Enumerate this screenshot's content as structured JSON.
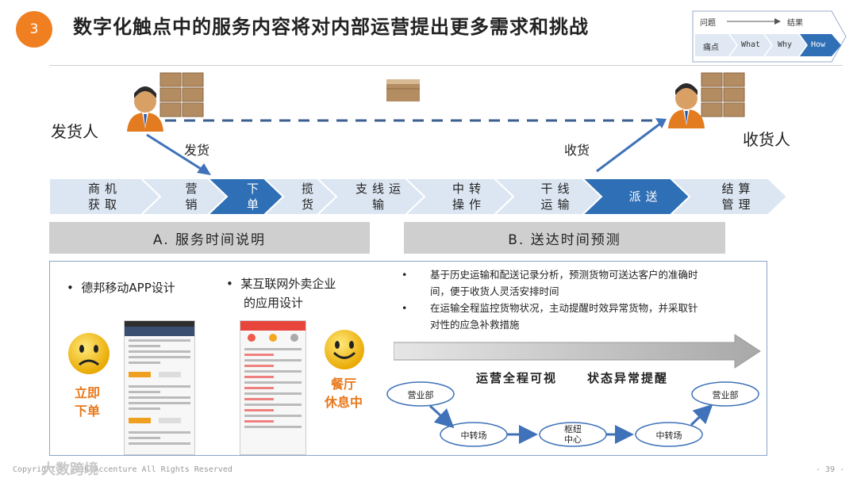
{
  "slide": {
    "number": "3",
    "title": "数字化触点中的服务内容将对内部运营提出更多需求和挑战"
  },
  "legend": {
    "problem_label": "问题",
    "result_label": "结果",
    "segments": [
      "痛点",
      "What",
      "Why",
      "How"
    ],
    "active_segment": "How",
    "active_color": "#2f6fb5",
    "inactive_color": "#dfe8f3"
  },
  "people": {
    "sender": "发货人",
    "receiver": "收货人",
    "ship_label": "发货",
    "receive_label": "收货"
  },
  "process": {
    "steps": [
      {
        "label": "商机\n获取",
        "active": false
      },
      {
        "label": "营\n销",
        "active": false
      },
      {
        "label": "下\n单",
        "active": true
      },
      {
        "label": "揽\n货",
        "active": false
      },
      {
        "label": "支线运\n输",
        "active": false
      },
      {
        "label": "中转\n操作",
        "active": false
      },
      {
        "label": "干线\n运输",
        "active": false
      },
      {
        "label": "派送",
        "active": true
      },
      {
        "label": "结算\n管理",
        "active": false
      }
    ],
    "active_color": "#2f6fb5",
    "inactive_color": "#dce6f2"
  },
  "sections": {
    "a": "A.  服务时间说明",
    "b": "B.  送达时间预测"
  },
  "panel_left": {
    "bullet1": "德邦移动APP设计",
    "bullet2_line1": "某互联网外卖企业",
    "bullet2_line2": "的应用设计",
    "sad_label_line1": "立即",
    "sad_label_line2": "下单",
    "happy_label_line1": "餐厅",
    "happy_label_line2": "休息中"
  },
  "panel_right": {
    "bullets": [
      [
        "基于历史运输和配送记录分析，预测货物可送达客户的准确时",
        "间，便于收货人灵活安排时间"
      ],
      [
        "在运输全程监控货物状况，主动提醒时效异常货物，并采取针",
        "对性的应急补救措施"
      ]
    ],
    "label_visible": "运营全程可视",
    "label_alert": "状态异常提醒",
    "nodes": [
      "营业部",
      "中转场",
      "枢纽\n中心",
      "中转场",
      "营业部"
    ]
  },
  "footer": {
    "copyright": "Copyright © 2016 Accenture All Rights Reserved",
    "watermark": "大数跨境",
    "page": "- 39 -"
  }
}
